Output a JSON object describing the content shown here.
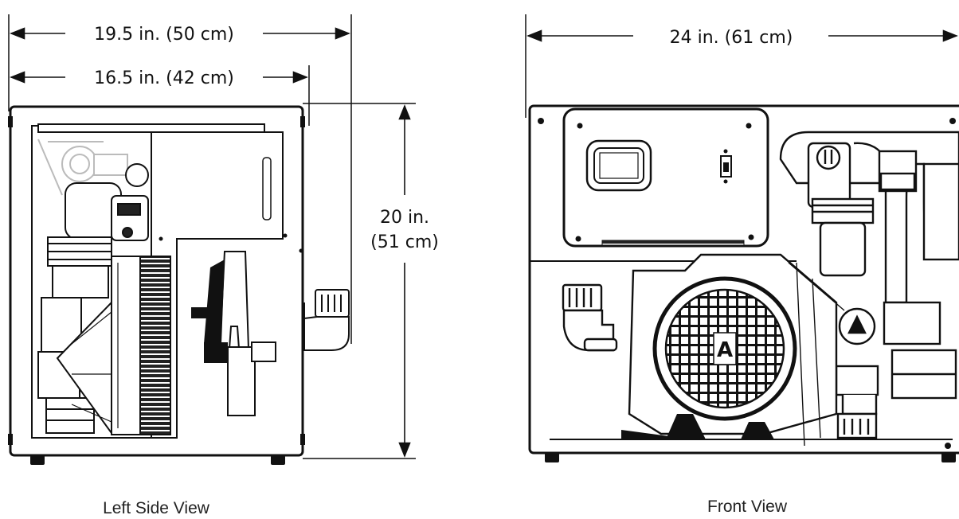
{
  "dimensions": {
    "side_depth_overall": "19.5 in. (50 cm)",
    "side_depth_body": "16.5 in. (42 cm)",
    "height_in": "20 in.",
    "height_cm": "(51 cm)",
    "front_width": "24 in. (61 cm)"
  },
  "views": {
    "left_label": "Left Side View",
    "front_label": "Front View"
  },
  "logo": {
    "letter": "A"
  }
}
